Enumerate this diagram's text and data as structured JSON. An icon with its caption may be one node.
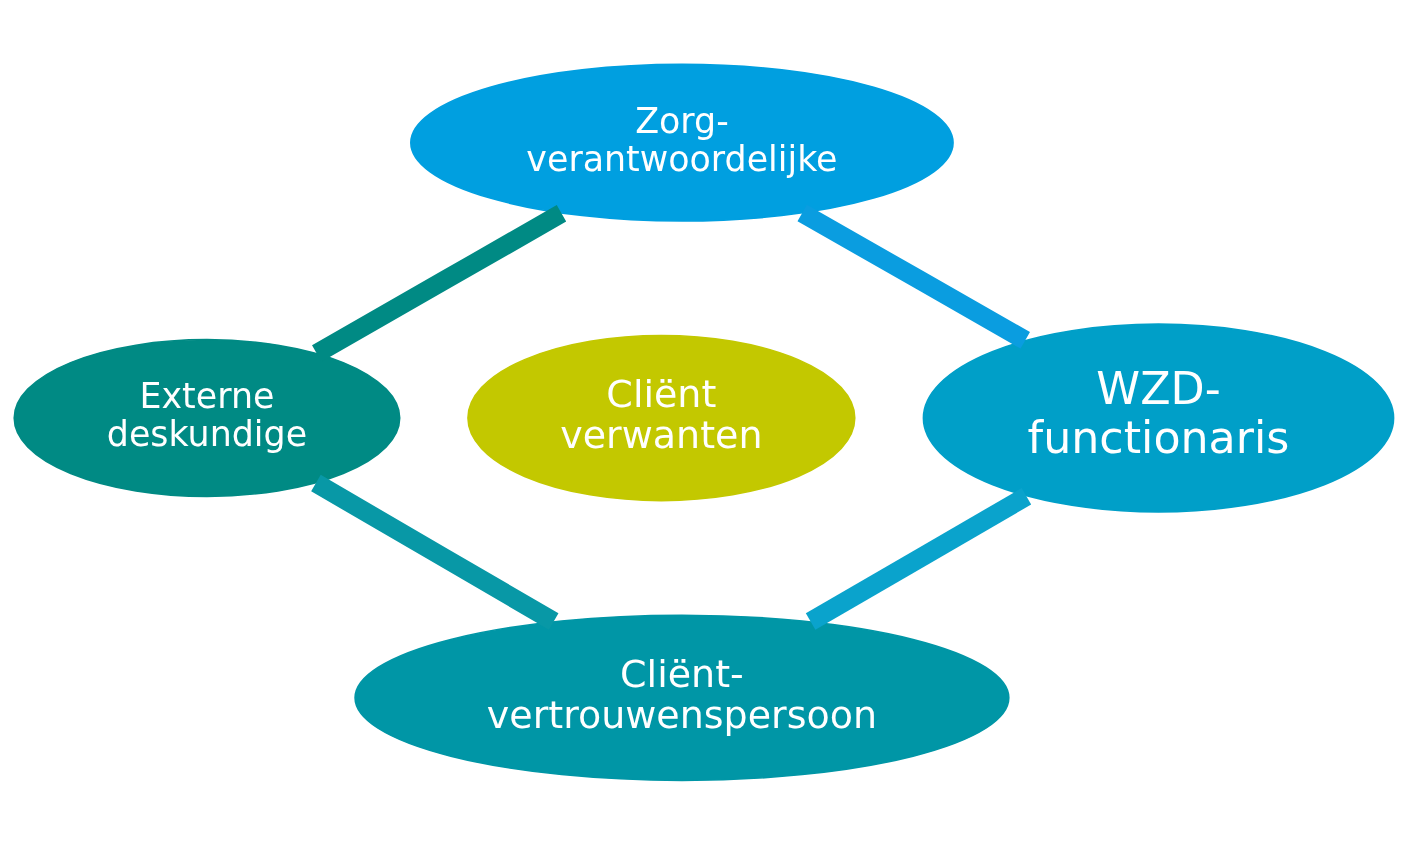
{
  "diagram": {
    "nodes": [
      {
        "text": [
          "Zorg- verantwoordelijke"
        ]
      },
      {
        "text": [
          "Externe deskundige"
        ]
      },
      {
        "text": [
          "Cliënt verwanten"
        ]
      },
      {
        "text": [
          "WZD- functionaris"
        ]
      },
      {
        "text": [
          "Cliënt- vertrouwenspersoon"
        ]
      }
    ],
    "edges": [
      {
        "from": 0,
        "to": 3,
        "arrow": "none",
        "color": "#0a9de0"
      },
      {
        "from": 3,
        "to": 4,
        "arrow": "none",
        "color": "#0aa3cc"
      },
      {
        "from": 4,
        "to": 1,
        "arrow": "none",
        "color": "#0898a6"
      },
      {
        "from": 1,
        "to": 0,
        "arrow": "none",
        "color": "#008a84"
      }
    ]
  }
}
